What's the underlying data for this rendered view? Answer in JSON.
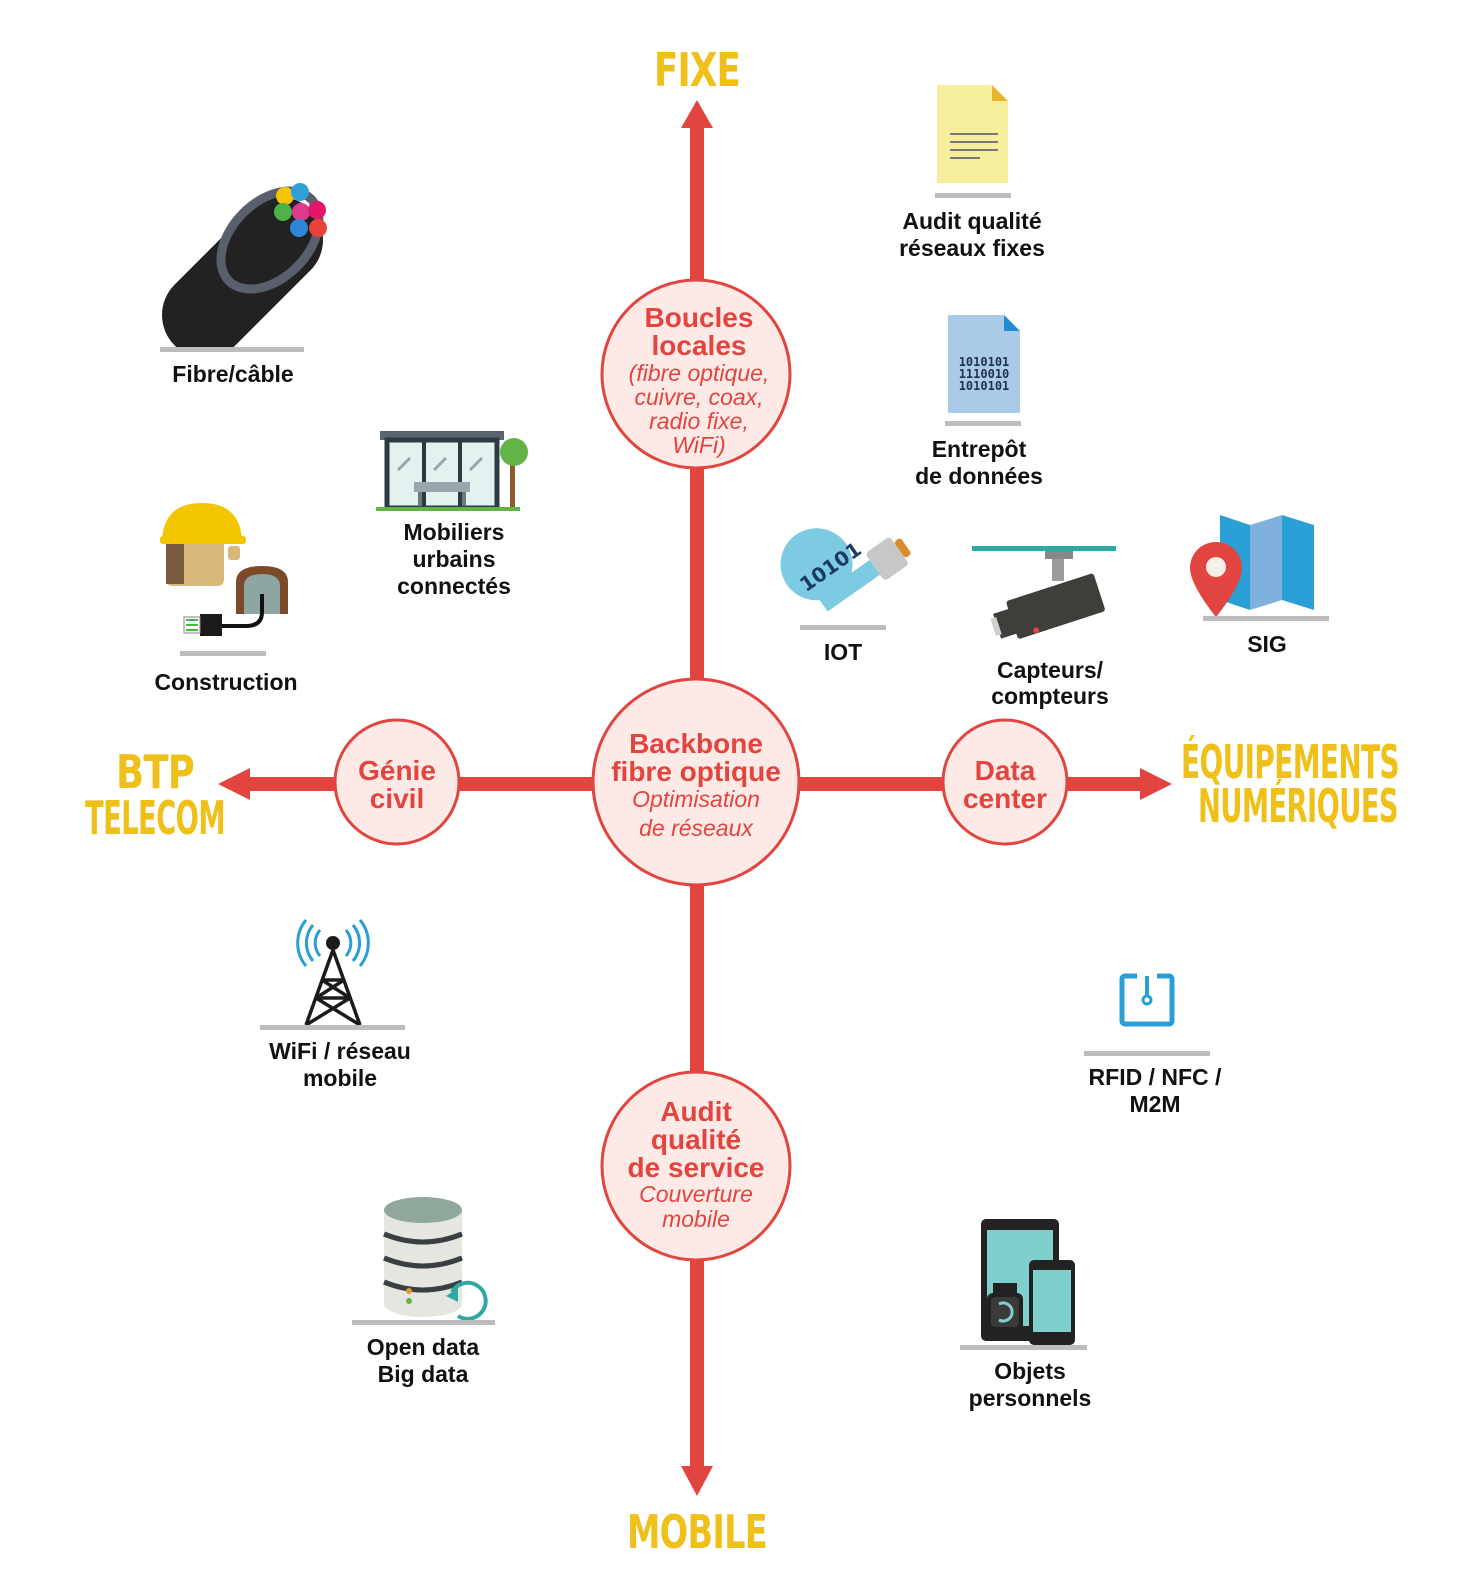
{
  "colors": {
    "accent": "#e2453f",
    "circle_fill": "#fde9e6",
    "axis_label": "#f0c01a",
    "text": "#111111"
  },
  "axes": {
    "top": "FIXE",
    "bottom": "MOBILE",
    "left": [
      "BTP",
      "TELECOM"
    ],
    "right": [
      "ÉQUIPEMENTS",
      "NUMÉRIQUES"
    ]
  },
  "nodes": {
    "center": {
      "title": [
        "Backbone",
        "fibre optique"
      ],
      "subtitle": [
        "Optimisation",
        "de réseaux"
      ]
    },
    "top": {
      "title": [
        "Boucles",
        "locales"
      ],
      "subtitle": [
        "(fibre optique,",
        "cuivre, coax,",
        "radio fixe,",
        "WiFi)"
      ]
    },
    "bottom": {
      "title": [
        "Audit",
        "qualité",
        "de service"
      ],
      "subtitle": [
        "Couverture",
        "mobile"
      ]
    },
    "left": {
      "title": [
        "Génie",
        "civil"
      ]
    },
    "right": {
      "title": [
        "Data",
        "center"
      ]
    }
  },
  "items": {
    "fibre": {
      "label": [
        "Fibre/câble"
      ],
      "icon": "fibre-cable-icon"
    },
    "mobiliers": {
      "label": [
        "Mobiliers",
        "urbains",
        "connectés"
      ],
      "icon": "bus-shelter-icon"
    },
    "construction": {
      "label": [
        "Construction"
      ],
      "icon": "construction-worker-icon"
    },
    "audit_fixe": {
      "label": [
        "Audit qualité",
        "réseaux fixes"
      ],
      "icon": "document-icon"
    },
    "entrepot": {
      "label": [
        "Entrepôt",
        "de données"
      ],
      "icon": "binary-file-icon",
      "binary": [
        "1010101",
        "1110010",
        "1010101"
      ]
    },
    "iot": {
      "label": [
        "IOT"
      ],
      "icon": "lightbulb-icon",
      "bulb_text": "10101"
    },
    "capteurs": {
      "label": [
        "Capteurs/",
        "compteurs"
      ],
      "icon": "camera-icon"
    },
    "sig": {
      "label": [
        "SIG"
      ],
      "icon": "map-pin-icon"
    },
    "wifi": {
      "label": [
        "WiFi / réseau",
        "mobile"
      ],
      "icon": "antenna-tower-icon"
    },
    "rfid": {
      "label": [
        "RFID / NFC /",
        "M2M"
      ],
      "icon": "rfid-tag-icon"
    },
    "opendata": {
      "label": [
        "Open data",
        "Big data"
      ],
      "icon": "database-icon"
    },
    "objets": {
      "label": [
        "Objets",
        "personnels"
      ],
      "icon": "devices-icon"
    }
  }
}
